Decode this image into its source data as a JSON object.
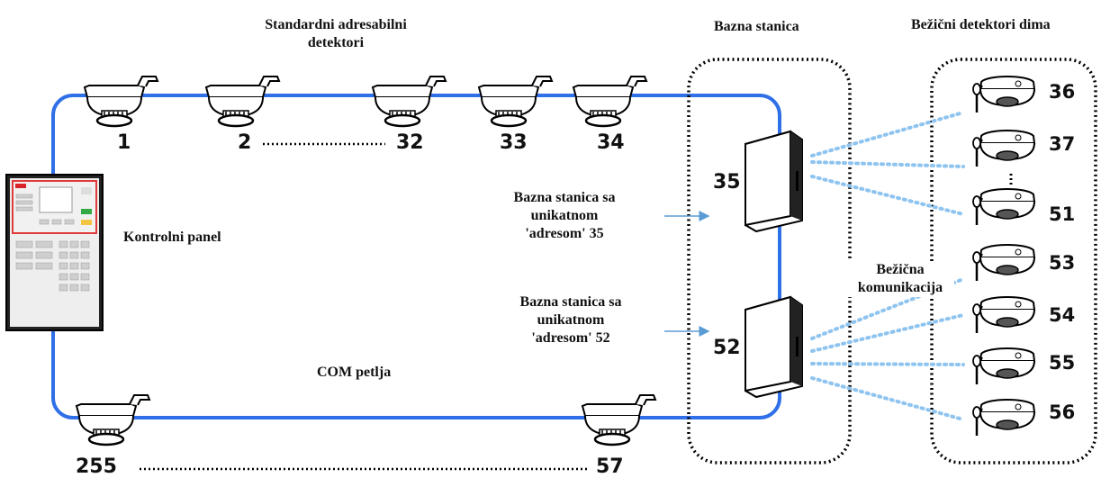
{
  "labels": {
    "standard_line1": "Standardni adresabilni",
    "standard_line2": "detektori",
    "base_station": "Bazna stanica",
    "wireless_detectors": "Bežični detektori dima",
    "control_panel": "Kontrolni panel",
    "com_loop": "COM petlja",
    "wireless_comm_line1": "Bežična",
    "wireless_comm_line2": "komunikacija",
    "bs1_line1": "Bazna stanica sa",
    "bs1_line2": "unikatnom",
    "bs1_line3": "'adresom' 35",
    "bs2_line1": "Bazna stanica sa",
    "bs2_line2": "unikatnom",
    "bs2_line3": "'adresom' 52"
  },
  "loop_detectors": {
    "d1": "1",
    "d2": "2",
    "d32": "32",
    "d33": "33",
    "d34": "34",
    "d255": "255",
    "d57": "57"
  },
  "base_stations": {
    "bs35": "35",
    "bs52": "52"
  },
  "wireless_detectors": [
    "36",
    "37",
    "51",
    "53",
    "54",
    "55",
    "56"
  ],
  "colors": {
    "loop": "#2f6fe8",
    "wireless_link": "#8ec4ef",
    "arrow": "#5b9bd5",
    "panel_accent": "#d9252a"
  }
}
